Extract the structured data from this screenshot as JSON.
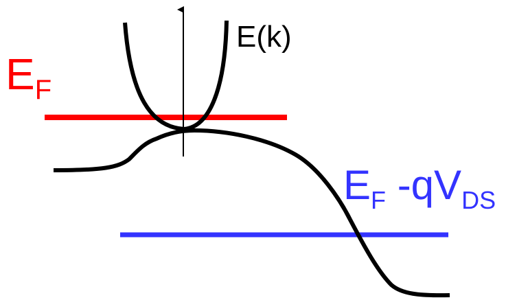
{
  "labels": {
    "fermi_level": {
      "main": "E",
      "sub": "F"
    },
    "dispersion": "E(k)",
    "drain_fermi_level": {
      "main": "E",
      "sub": "F",
      "middle": " -qV",
      "sub2": "DS"
    }
  },
  "colors": {
    "source_fermi": "#ff0000",
    "drain_fermi": "#3333ff",
    "curves": "#000000",
    "background": "#ffffff"
  }
}
